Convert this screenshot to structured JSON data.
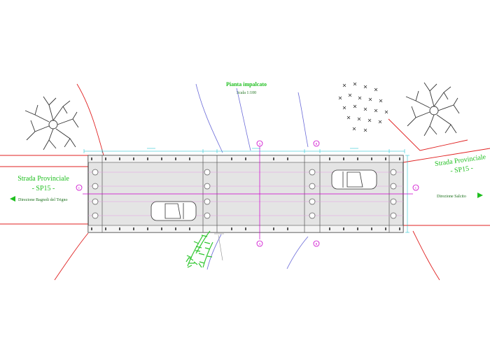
{
  "title": "Pianta impalcato",
  "scale": "Scala 1:100",
  "road_left": {
    "name": "Strada Provinciale",
    "code": "- SP15 -",
    "direction": "Direzione Bagnoli del Trigno"
  },
  "road_right": {
    "name": "Strada Provinciale",
    "code": "- SP15 -",
    "direction": "Direzione Salcito"
  },
  "section_markers": [
    "A",
    "A",
    "B",
    "B",
    "C",
    "C"
  ],
  "colors": {
    "road_edge": "#e02020",
    "deck_outline": "#444444",
    "axis": "#cc00cc",
    "cyan_dim": "#00b8c8",
    "riverbank": "#6a6ad8",
    "label_green": "#1fbf1f",
    "vegetation": "#2ec62e"
  },
  "icons": [
    "tree-plan-icon",
    "shrub-cluster-icon",
    "car-plan-icon",
    "arrow-left-icon",
    "arrow-right-icon",
    "section-marker-icon"
  ]
}
